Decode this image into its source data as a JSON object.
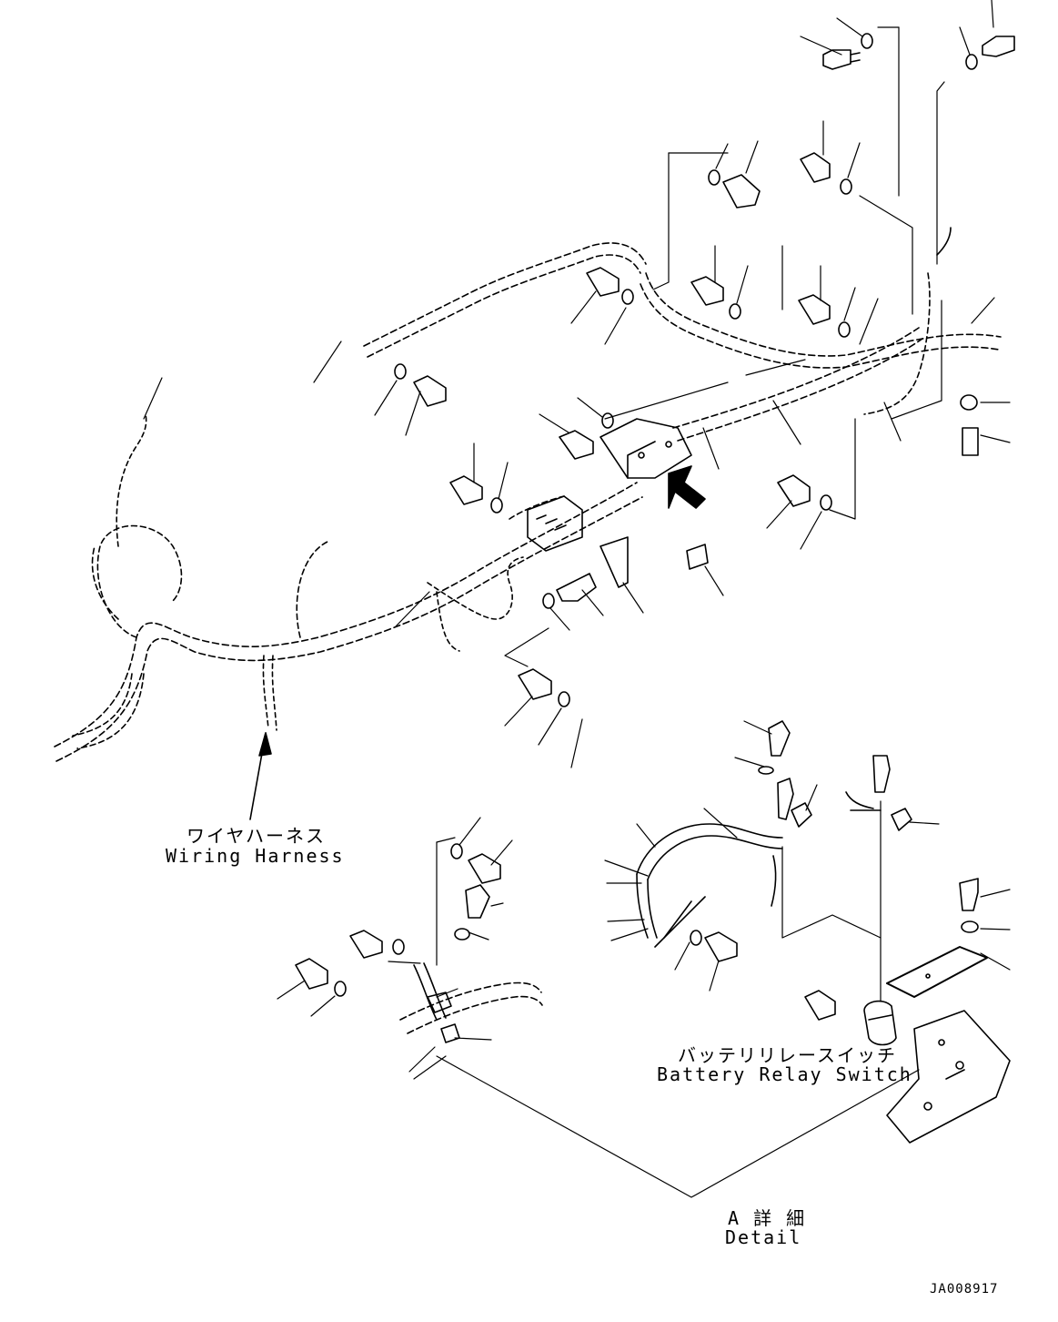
{
  "labels": {
    "wiring_harness_jp": "ワイヤハーネス",
    "wiring_harness_en": "Wiring Harness",
    "battery_relay_switch_jp": "バッテリリレースイッチ",
    "battery_relay_switch_en": "Battery Relay Switch",
    "detail_a_jp": "A 詳 細",
    "detail_a_en": "Detail",
    "drawing_number": "JA008917"
  }
}
